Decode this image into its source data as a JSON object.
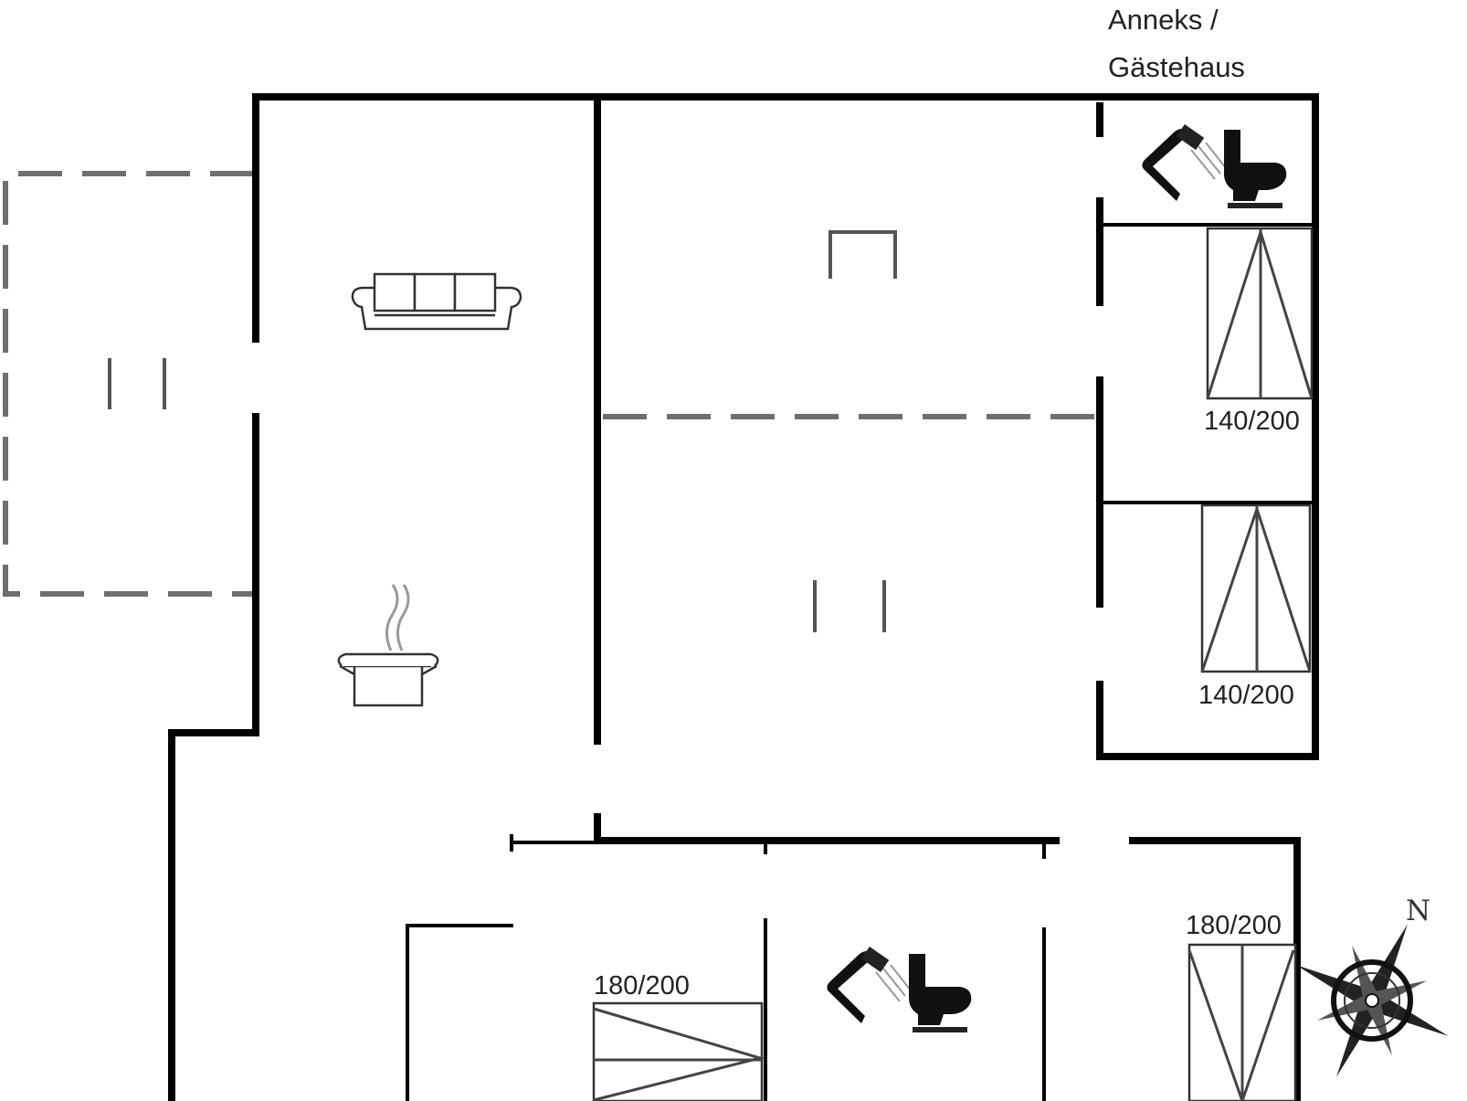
{
  "annex_label": {
    "line1": "Anneks /",
    "line2": "Gästehaus"
  },
  "beds": {
    "annex_upper": "140/200",
    "annex_lower": "140/200",
    "bottom_left": "180/200",
    "bottom_right": "180/200"
  },
  "compass": {
    "north_letter": "N"
  },
  "icons": [
    "sofa-icon",
    "cooking-pot-icon",
    "shower-icon",
    "toilet-icon",
    "table-icon",
    "bed-icon",
    "compass-rose-icon"
  ]
}
